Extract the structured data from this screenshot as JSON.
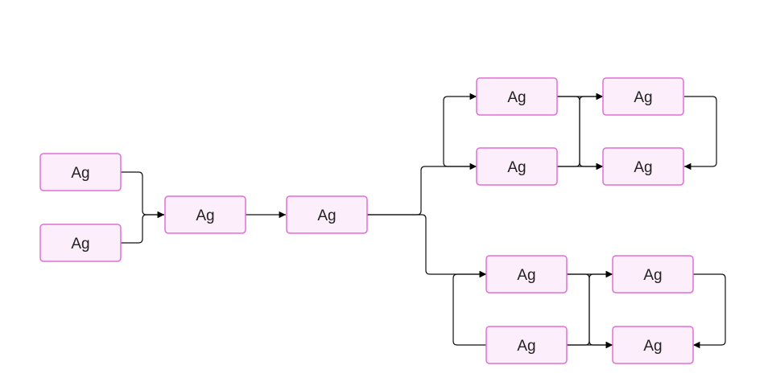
{
  "diagram": {
    "nodes": [
      {
        "id": "n1",
        "label": "Ag"
      },
      {
        "id": "n2",
        "label": "Ag"
      },
      {
        "id": "n3",
        "label": "Ag"
      },
      {
        "id": "n4",
        "label": "Ag"
      },
      {
        "id": "n5",
        "label": "Ag"
      },
      {
        "id": "n6",
        "label": "Ag"
      },
      {
        "id": "n7",
        "label": "Ag"
      },
      {
        "id": "n8",
        "label": "Ag"
      },
      {
        "id": "n9",
        "label": "Ag"
      },
      {
        "id": "n10",
        "label": "Ag"
      },
      {
        "id": "n11",
        "label": "Ag"
      },
      {
        "id": "n12",
        "label": "Ag"
      }
    ],
    "edges": [
      {
        "from": "n1",
        "to": "n3"
      },
      {
        "from": "n2",
        "to": "n3"
      },
      {
        "from": "n3",
        "to": "n4"
      },
      {
        "from": "n4",
        "to": "n5"
      },
      {
        "from": "n4",
        "to": "n6"
      },
      {
        "from": "n6",
        "to": "n5"
      },
      {
        "from": "n5",
        "to": "n7"
      },
      {
        "from": "n5",
        "to": "n8"
      },
      {
        "from": "n6",
        "to": "n7"
      },
      {
        "from": "n6",
        "to": "n8"
      },
      {
        "from": "n7",
        "to": "n8"
      },
      {
        "from": "n4",
        "to": "n9"
      },
      {
        "from": "n10",
        "to": "n9"
      },
      {
        "from": "n9",
        "to": "n11"
      },
      {
        "from": "n9",
        "to": "n12"
      },
      {
        "from": "n10",
        "to": "n11"
      },
      {
        "from": "n10",
        "to": "n12"
      },
      {
        "from": "n11",
        "to": "n12"
      }
    ]
  }
}
